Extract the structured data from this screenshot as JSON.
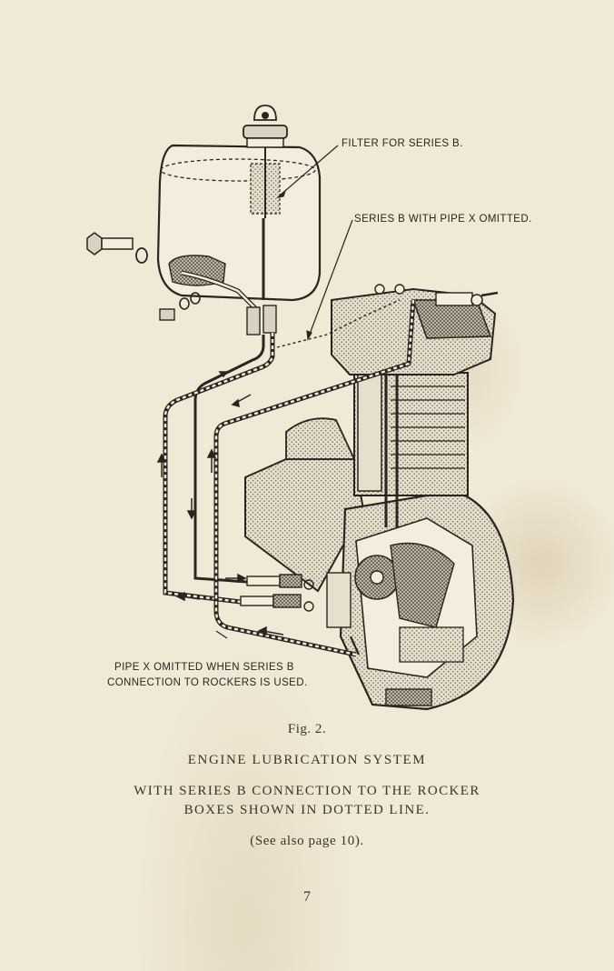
{
  "figure": {
    "label_filter": "FILTER FOR SERIES B.",
    "label_series_b": "SERIES B WITH PIPE X OMITTED.",
    "label_pipe_x_line1": "PIPE X OMITTED WHEN SERIES B",
    "label_pipe_x_line2": "CONNECTION TO ROCKERS IS USED."
  },
  "caption": {
    "fig_number": "Fig. 2.",
    "title": "ENGINE LUBRICATION SYSTEM",
    "subtitle_line1": "WITH SERIES B CONNECTION TO THE ROCKER",
    "subtitle_line2": "BOXES SHOWN IN DOTTED LINE.",
    "see_also": "(See also page 10)."
  },
  "page_number": "7"
}
